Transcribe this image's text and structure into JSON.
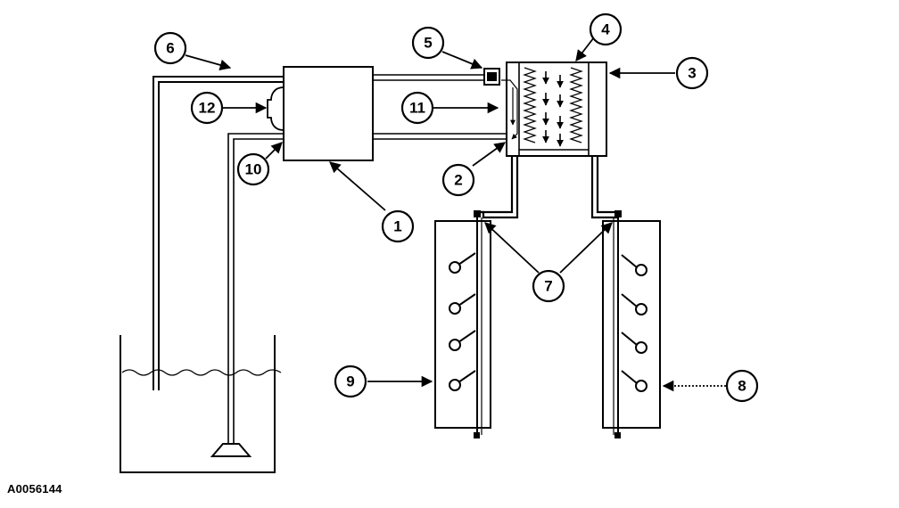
{
  "figure_id": "A0056144",
  "callouts": [
    "1",
    "2",
    "3",
    "4",
    "5",
    "6",
    "7",
    "8",
    "9",
    "10",
    "11",
    "12"
  ]
}
